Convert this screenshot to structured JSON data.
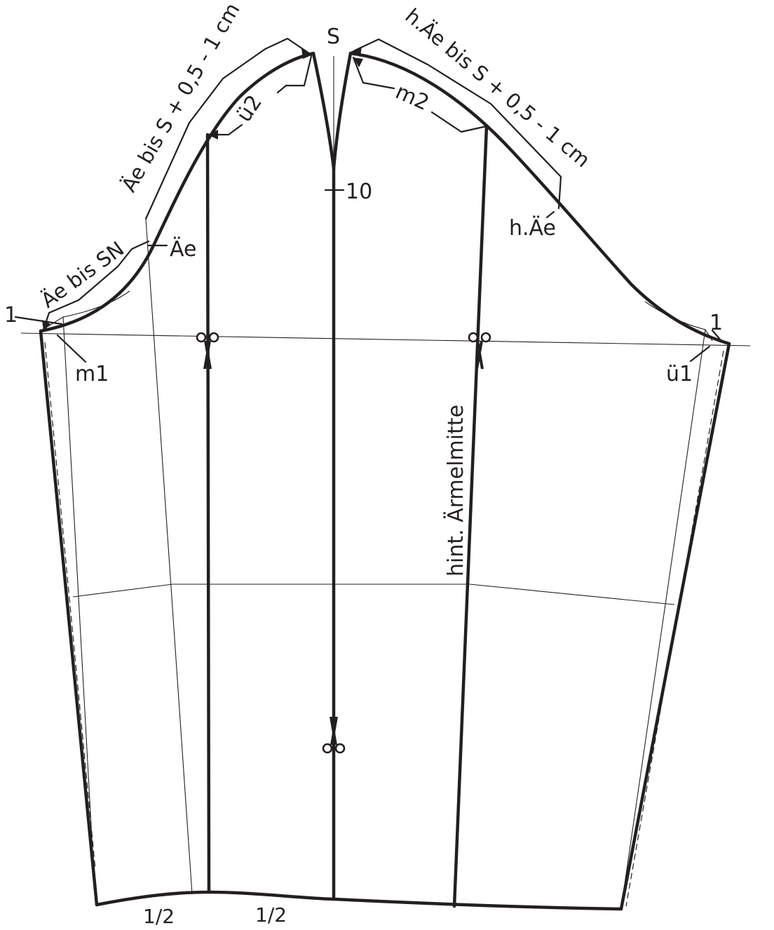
{
  "labels": {
    "top_point": "S",
    "front_cap_measure": "Äe bis S + 0,5 - 1 cm",
    "back_cap_measure": "h.Äe bis S + 0,5 - 1 cm",
    "front_lower_measure": "Äe bis SN",
    "front_notch": "Äe",
    "back_notch": "h.Äe",
    "mark_10": "10",
    "overlap_front": "ü2",
    "overlap_back": "ü1",
    "mark_front": "m1",
    "mark_back": "m2",
    "one_left": "1",
    "one_right": "1",
    "back_center_line": "hint. Ärmelmitte",
    "hem_half_left": "1/2",
    "hem_half_right": "1/2"
  },
  "colors": {
    "ink": "#231f20",
    "background": "#ffffff"
  },
  "icons": [
    "scissors-icon",
    "scissors-icon",
    "scissors-icon"
  ]
}
